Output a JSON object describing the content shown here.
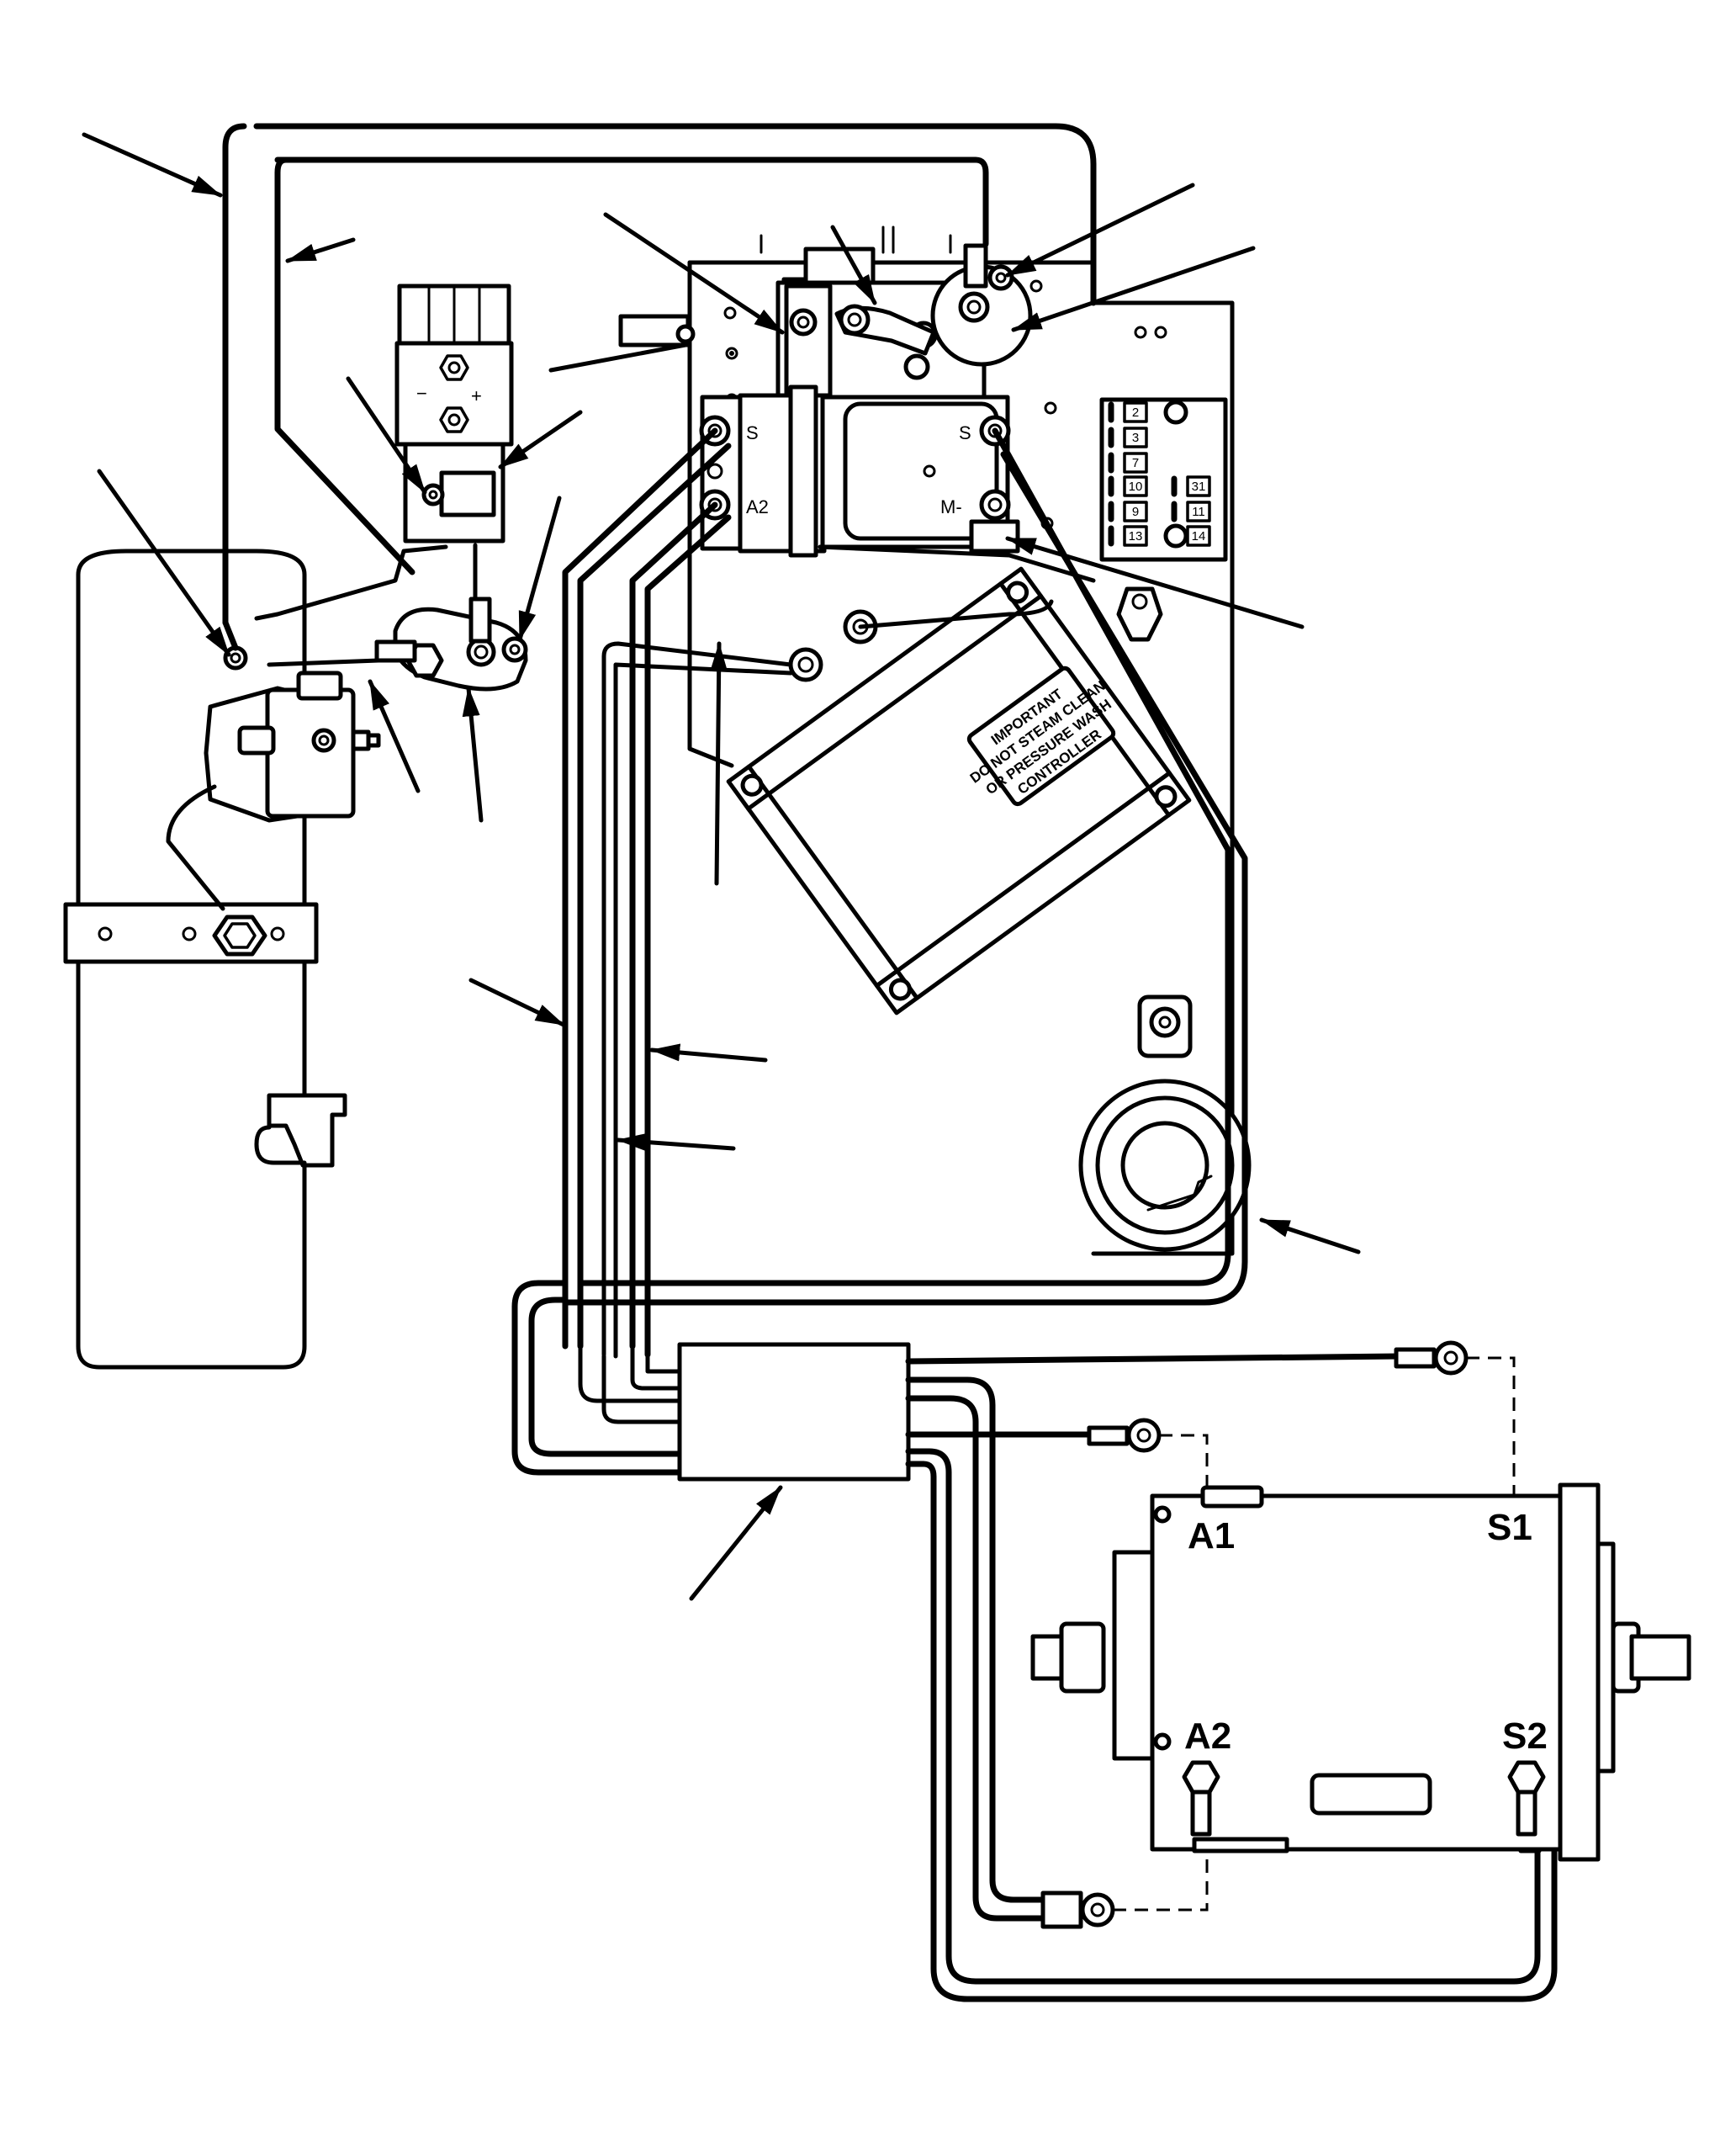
{
  "motor": {
    "terminal_a1": "A1",
    "terminal_s1": "S1",
    "terminal_a2": "A2",
    "terminal_s2": "S2"
  },
  "controller": {
    "decal_line1": "IMPORTANT",
    "decal_line2": "DO NOT STEAM CLEAN",
    "decal_line3": "OR PRESSURE WASH",
    "decal_line4": "CONTROLLER"
  },
  "contactor": {
    "label_s_left": "S",
    "label_s_right": "S",
    "label_a2": "A2",
    "label_m_minus": "M-"
  },
  "terminal_strip": {
    "left_column": [
      "2",
      "3",
      "7",
      "10",
      "9",
      "13"
    ],
    "right_column": [
      "31",
      "11",
      "14"
    ]
  },
  "solenoid": {
    "minus": "−",
    "plus": "+"
  }
}
